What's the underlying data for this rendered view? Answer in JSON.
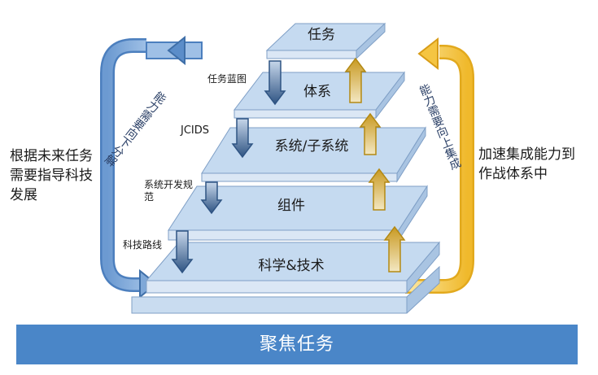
{
  "layers": [
    {
      "id": "task",
      "label": "任务"
    },
    {
      "id": "system",
      "label": "体系"
    },
    {
      "id": "subsystem",
      "label": "系统/子系统"
    },
    {
      "id": "component",
      "label": "组件"
    },
    {
      "id": "scitech",
      "label": "科学&技术"
    }
  ],
  "down_labels": [
    "任务蓝图",
    "JCIDS",
    "系统开发规范",
    "科技路线"
  ],
  "left_text": "根据未来任务需要指导科技发展",
  "right_text": "加速集成能力到作战体系中",
  "left_vertical": "能力需要向下分解",
  "right_vertical": "能力需要向上集成",
  "banner": "聚焦任务",
  "colors": {
    "layer_top": "#c5daf0",
    "layer_side": "#a9c4e2",
    "layer_edge": "#7f9fc6",
    "left_loop": "#5b8dc9",
    "right_loop": "#f5c542",
    "up_arrow": "#c9a23a",
    "down_arrow": "#2f5483",
    "banner": "#4a86c8"
  }
}
